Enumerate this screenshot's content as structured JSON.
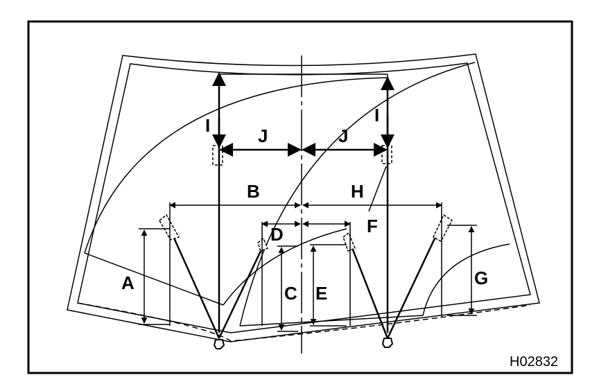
{
  "figure_code": "H02832",
  "labels": {
    "a": "A",
    "b": "B",
    "c": "C",
    "d": "D",
    "e": "E",
    "f": "F",
    "g": "G",
    "h": "H",
    "i": "I",
    "j": "J"
  },
  "colors": {
    "line": "#000000",
    "background": "#ffffff"
  }
}
